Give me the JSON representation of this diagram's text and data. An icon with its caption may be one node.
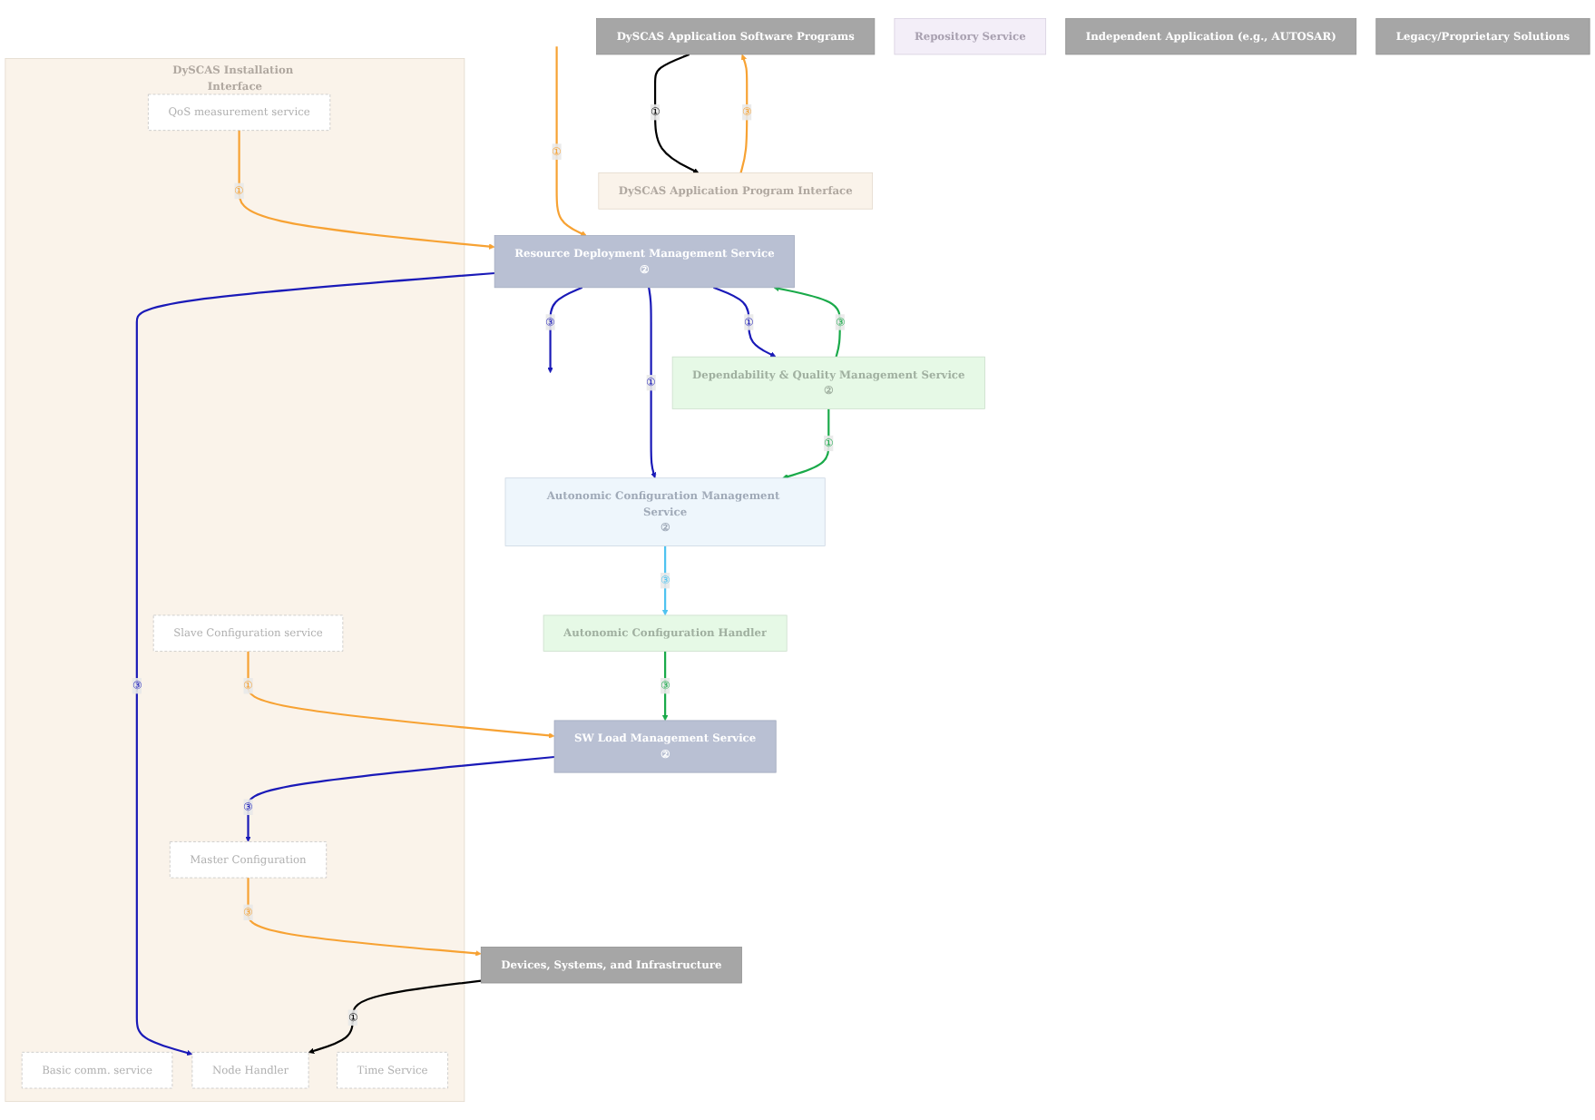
{
  "diagram": {
    "nodes": [
      {
        "text": [
          "DySCAS Application Software Programs"
        ]
      },
      {
        "text": [
          "DySCAS Application Program Interface"
        ]
      },
      {
        "text": [
          "Autonomic Configuration Management Service",
          "②"
        ]
      },
      {
        "text": [
          "Dependability & Quality Management Service",
          "②"
        ]
      },
      {
        "text": [
          "Autonomic Configuration Handler"
        ]
      },
      {
        "text": [
          "Repository Service"
        ]
      },
      {
        "text": [
          "Resource Deployment Management Service",
          "②"
        ]
      },
      {
        "text": [
          "SW Load Management Service",
          "②"
        ]
      },
      {
        "text": [
          "DySCAS Installation Interface"
        ]
      },
      {
        "text": [
          "Basic comm. service"
        ],
        "in": 8
      },
      {
        "text": [
          "QoS measurement service"
        ],
        "in": 8
      },
      {
        "text": [
          "Node Handler"
        ],
        "in": 8
      },
      {
        "text": [
          "Time Service"
        ],
        "in": 8
      },
      {
        "text": [
          "Master Configuration"
        ],
        "in": 8
      },
      {
        "text": [
          "Slave Configuration service"
        ],
        "in": 8
      },
      {
        "text": [
          "Devices, Systems, and Infrastructure"
        ]
      },
      {
        "text": [
          "Independent Application (e.g., AUTOSAR)"
        ]
      },
      {
        "text": [
          "Legacy/Proprietary Solutions"
        ]
      }
    ],
    "edges": [
      {
        "from": 0,
        "to": 1,
        "arrow": "to",
        "label": "①",
        "color": "#000000"
      },
      {
        "from": 1,
        "to": 0,
        "arrow": "to",
        "label": "③",
        "color": "#f7a233"
      },
      {
        "from": null,
        "to": 6,
        "arrow": "to",
        "label": "①",
        "color": "#f7a233"
      },
      {
        "from": 6,
        "to": 2,
        "arrow": "to",
        "label": "①",
        "color": "#1a1ab8"
      },
      {
        "from": 6,
        "to": 3,
        "arrow": "to",
        "label": "①",
        "color": "#1a1ab8"
      },
      {
        "from": 3,
        "to": 2,
        "arrow": "to",
        "label": "①",
        "color": "#1aaa4a"
      },
      {
        "from": 6,
        "to": null,
        "arrow": "to",
        "label": "③",
        "color": "#1a1ab8"
      },
      {
        "from": 2,
        "to": 4,
        "arrow": "to",
        "label": "③",
        "color": "#4fc3f0"
      },
      {
        "from": 3,
        "to": 6,
        "arrow": "to",
        "label": "③",
        "color": "#1aaa4a"
      },
      {
        "from": 4,
        "to": 7,
        "arrow": "to",
        "label": "③",
        "color": "#1aaa4a"
      },
      {
        "from": 6,
        "to": 11,
        "arrow": "to",
        "label": "③",
        "color": "#1a1ab8"
      },
      {
        "from": 7,
        "to": 13,
        "arrow": "to",
        "label": "③",
        "color": "#1a1ab8"
      },
      {
        "from": 10,
        "to": 6,
        "arrow": "to",
        "label": "①",
        "color": "#f7a233"
      },
      {
        "from": 14,
        "to": 7,
        "arrow": "to",
        "label": "①",
        "color": "#f7a233"
      },
      {
        "from": 15,
        "to": 11,
        "arrow": "to",
        "label": "①",
        "color": "#000000"
      },
      {
        "from": 13,
        "to": 15,
        "arrow": "to",
        "label": "③",
        "color": "#f7a233"
      }
    ]
  }
}
